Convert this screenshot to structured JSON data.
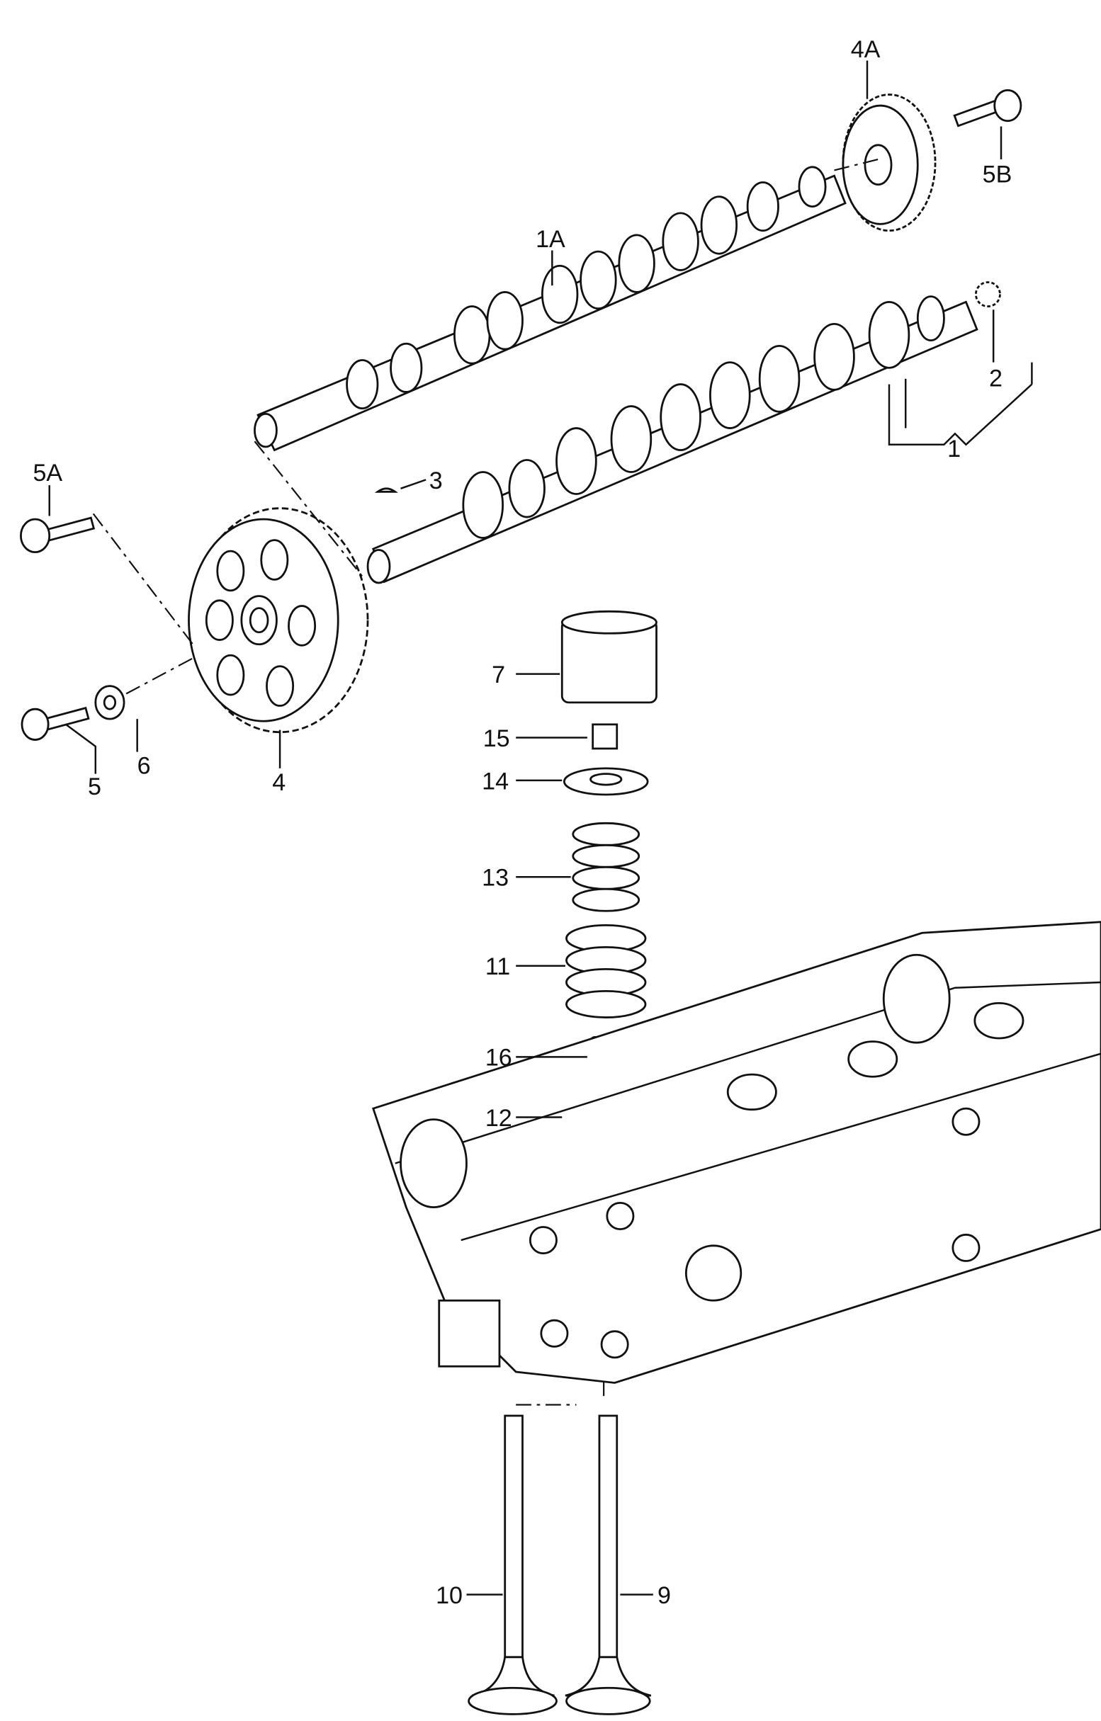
{
  "diagram": {
    "labels": {
      "p4A": "4A",
      "p5B": "5B",
      "p1A": "1A",
      "p2": "2",
      "p1": "1",
      "p3": "3",
      "p5A": "5A",
      "p7": "7",
      "p15": "15",
      "p14": "14",
      "p13": "13",
      "p11": "11",
      "p16": "16",
      "p12": "12",
      "p6": "6",
      "p5": "5",
      "p4": "4",
      "p10": "10",
      "p9": "9"
    }
  }
}
